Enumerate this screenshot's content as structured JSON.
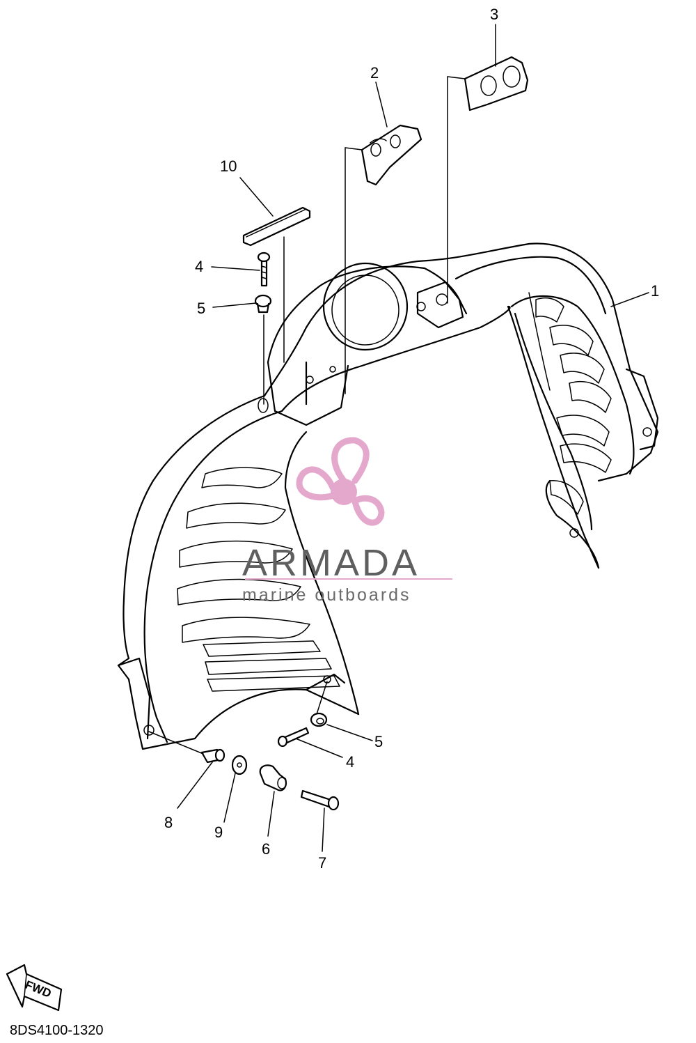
{
  "diagram": {
    "drawing_code": "8DS4100-1320",
    "direction_label": "FWD",
    "callouts": [
      "1",
      "2",
      "3",
      "4",
      "5",
      "4",
      "5",
      "6",
      "7",
      "8",
      "9",
      "10"
    ]
  },
  "watermark": {
    "brand": "ARMADA",
    "tagline": "marine outboards",
    "logo_color": "#e4a8cd",
    "text_color": "#5f5f5f"
  }
}
